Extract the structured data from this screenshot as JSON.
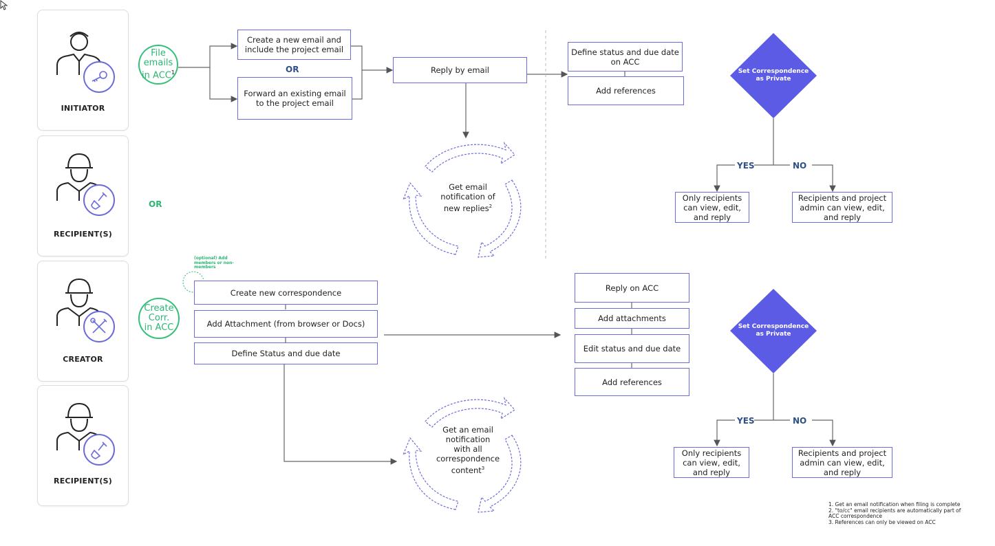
{
  "roles": {
    "initiator": "INITIATOR",
    "recipient1": "RECIPIENT(S)",
    "creator": "CREATOR",
    "recipient2": "RECIPIENT(S)"
  },
  "top": {
    "file_label_1": "File",
    "file_label_2": "emails",
    "file_label_3": "in ACC",
    "file_label_sup": "1",
    "create_email": "Create a new email and include the project email",
    "or": "OR",
    "forward_email": "Forward an existing email to the project email",
    "reply_by_email": "Reply by email",
    "cycle_line1": "Get email",
    "cycle_line2": "notification of",
    "cycle_line3": "new replies",
    "cycle_sup": "2",
    "define_status": "Define status and due date on ACC",
    "add_references": "Add references",
    "diamond": "Set Correspondence as Private",
    "yes": "YES",
    "no": "NO",
    "yes_result": "Only recipients can view, edit, and reply",
    "no_result": "Recipients and project admin can view, edit, and reply"
  },
  "between_or": "OR",
  "bottom": {
    "optional_note": "(optional) Add members or non-members",
    "create_label_1": "Create",
    "create_label_2": "Corr.",
    "create_label_3": "in ACC",
    "create_new": "Create new correspondence",
    "add_attachment": "Add Attachment (from browser or Docs)",
    "define_status": "Define Status and due date",
    "cycle_line1": "Get an email",
    "cycle_line2": "notification",
    "cycle_line3": "with all",
    "cycle_line4": "correspondence",
    "cycle_line5": "content",
    "cycle_sup": "3",
    "reply_acc": "Reply on ACC",
    "add_attachments": "Add attachments",
    "edit_status": "Edit status and due date",
    "add_references": "Add references",
    "diamond": "Set Correspondence as Private",
    "yes": "YES",
    "no": "NO",
    "yes_result": "Only recipients can view, edit, and reply",
    "no_result": "Recipients and project admin can view, edit, and reply"
  },
  "footnotes": [
    "1. Get an email notification when filing is complete",
    "2. \"to/cc\" email recipients are automatically part of",
    "ACC correspondence",
    "3. References can only be viewed on ACC"
  ],
  "colors": {
    "box_border": "#6b6bdc",
    "diamond": "#5b5be6",
    "green": "#2bb673",
    "or_blue": "#2e4f87"
  },
  "icons": [
    "key-icon",
    "shovel-icon",
    "tools-icon",
    "cursor-icon"
  ]
}
